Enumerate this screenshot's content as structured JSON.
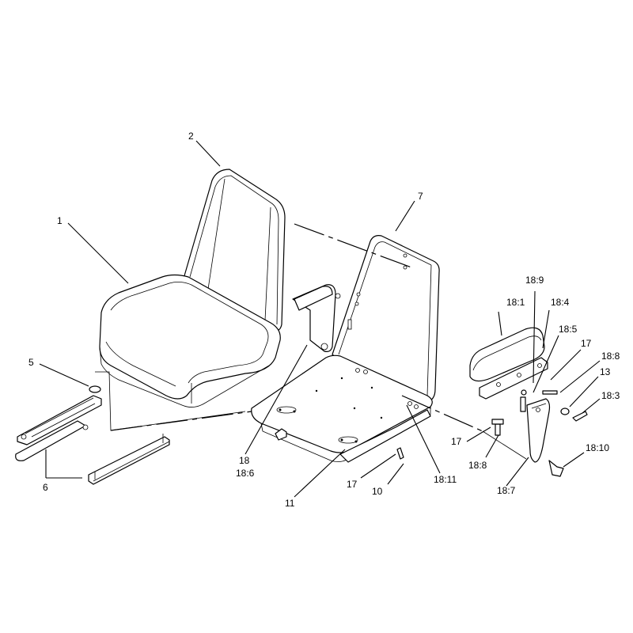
{
  "callouts": {
    "c1": "1",
    "c2": "2",
    "c5": "5",
    "c6": "6",
    "c7": "7",
    "c10": "10",
    "c11": "11",
    "c13": "13",
    "c17a": "17",
    "c17b": "17",
    "c17c": "17",
    "c18": "18",
    "c18_1": "18:1",
    "c18_3": "18:3",
    "c18_4": "18:4",
    "c18_5": "18:5",
    "c18_6": "18:6",
    "c18_7": "18:7",
    "c18_8a": "18:8",
    "c18_8b": "18:8",
    "c18_9": "18:9",
    "c18_10": "18:10",
    "c18_11": "18:11"
  }
}
